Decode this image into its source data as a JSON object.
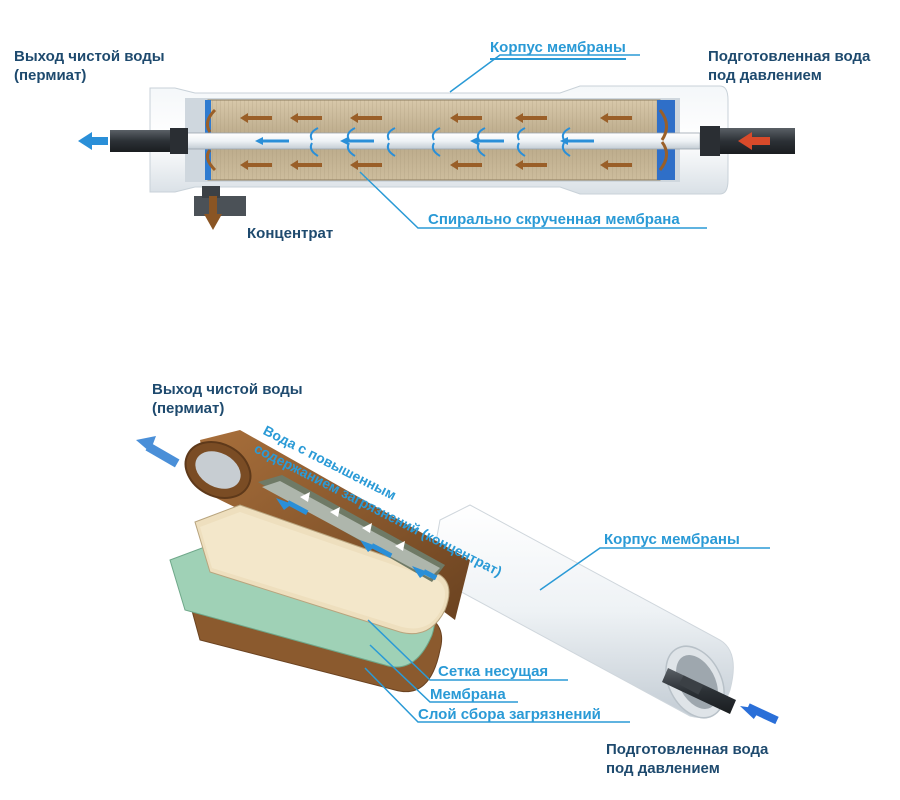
{
  "top": {
    "permeate": "Выход чистой воды\n(пермиат)",
    "housing": "Корпус мембраны",
    "feed": "Подготовленная вода\nпод давлением",
    "concentrate": "Концентрат",
    "spiral": "Спирально скрученная мембрана"
  },
  "bottom": {
    "permeate": "Выход чистой воды\n(пермиат)",
    "concentrate_line1": "Вода  с повышенным",
    "concentrate_line2": "содержанием загрязнений (концентрат)",
    "housing": "Корпус мембраны",
    "mesh": "Сетка несущая",
    "membrane": "Мембрана",
    "dirt_layer": "Слой сбора загрязнений",
    "feed": "Подготовленная вода\nпод давлением"
  },
  "colors": {
    "label_dark": "#1e4a6e",
    "label_blue": "#2a9ad6",
    "arrow_blue": "#2a8fd8",
    "arrow_red": "#d84a2a",
    "arrow_brown": "#8a5524",
    "membrane_fill": "#c9b89a",
    "housing": "#e8eef2"
  }
}
